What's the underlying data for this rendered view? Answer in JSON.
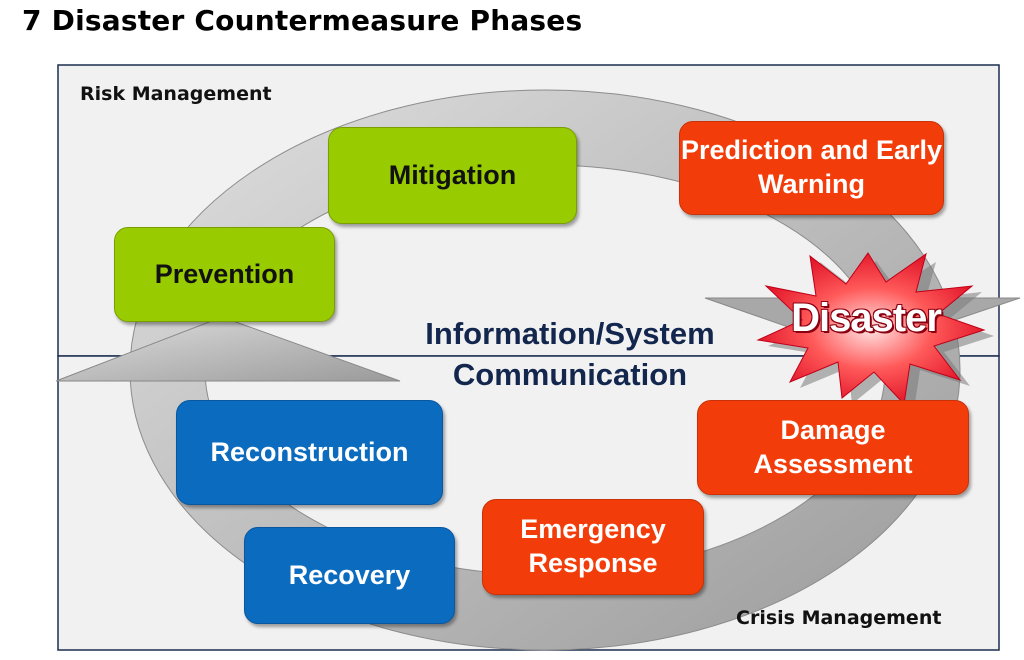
{
  "title": "7 Disaster Countermeasure Phases",
  "sections": {
    "risk_management": "Risk Management",
    "crisis_management": "Crisis Management"
  },
  "center_text": {
    "line1": "Information/System",
    "line2": "Communication"
  },
  "disaster_label": "Disaster",
  "phases": {
    "mitigation": "Mitigation",
    "prevention": "Prevention",
    "prediction": "Prediction and Early Warning",
    "damage": "Damage Assessment",
    "emergency": "Emergency Response",
    "recovery": "Recovery",
    "reconstruction": "Reconstruction"
  },
  "colors": {
    "risk_phase": "#99cc00",
    "crisis_phase": "#f23d0a",
    "recovery_phase": "#0a6bbf",
    "cycle_arrow": "#b8b8b8"
  }
}
